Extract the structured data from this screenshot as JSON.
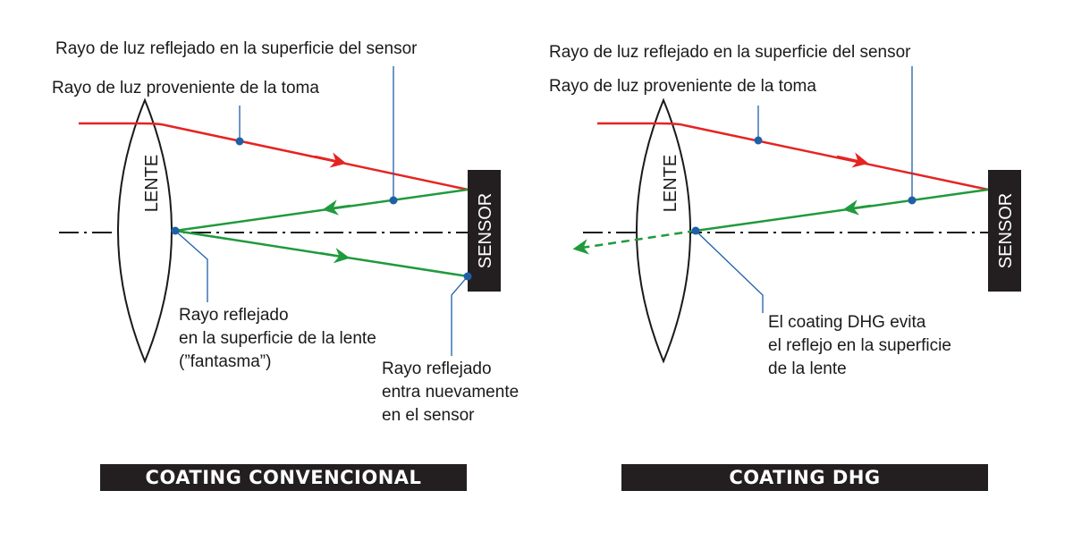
{
  "left": {
    "label_reflected_sensor": "Rayo de luz reflejado en la superficie del sensor",
    "label_incoming": "Rayo de luz proveniente de la toma",
    "lens_label": "LENTE",
    "sensor_label": "SENSOR",
    "label_lens_reflection": [
      "Rayo reflejado",
      "en la superficie de la lente",
      "(”fantasma”)"
    ],
    "label_reenter": [
      "Rayo reflejado",
      "entra nuevamente",
      "en el sensor"
    ],
    "title": "COATING CONVENCIONAL"
  },
  "right": {
    "label_reflected_sensor": "Rayo de luz reflejado en la superficie del sensor",
    "label_incoming": "Rayo de luz proveniente de la toma",
    "lens_label": "LENTE",
    "sensor_label": "SENSOR",
    "label_dhg": [
      "El coating DHG evita",
      "el reflejo en la superficie",
      "de la lente"
    ],
    "title": "COATING DHG"
  },
  "colors": {
    "incoming_ray": "#e52421",
    "reflected_ray": "#1f9a3c",
    "point": "#1f5fa8",
    "sensor": "#231f20",
    "banner": "#231f20"
  }
}
